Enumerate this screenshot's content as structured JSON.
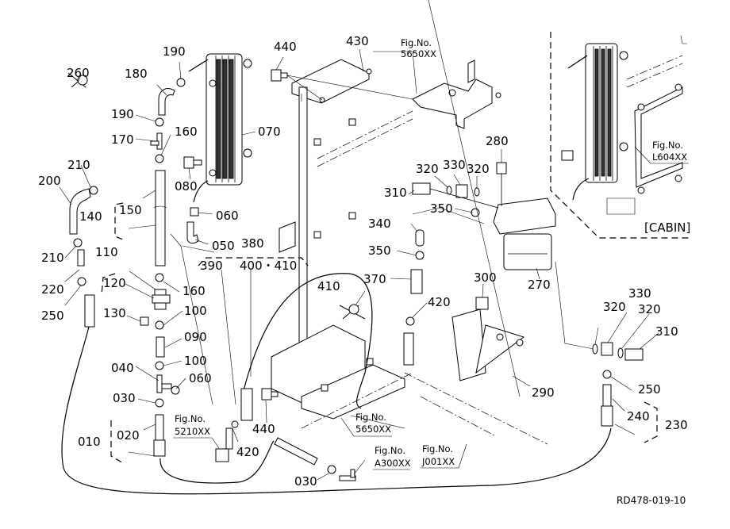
{
  "diagram": {
    "title": "Fuel filter / oil cooler parts diagram",
    "drawing_code": "RD478-019-10",
    "cabin_label": "[CABIN]",
    "part_labels": {
      "p010": "010",
      "p020": "020",
      "p030a": "030",
      "p030b": "030",
      "p040": "040",
      "p050": "050",
      "p060a": "060",
      "p060b": "060",
      "p070": "070",
      "p080": "080",
      "p090": "090",
      "p100a": "100",
      "p100b": "100",
      "p110": "110",
      "p120": "120",
      "p130": "130",
      "p140": "140",
      "p150": "150",
      "p160a": "160",
      "p160b": "160",
      "p170": "170",
      "p180": "180",
      "p190a": "190",
      "p190b": "190",
      "p200": "200",
      "p210a": "210",
      "p210b": "210",
      "p220": "220",
      "p230": "230",
      "p240": "240",
      "p250a": "250",
      "p250b": "250",
      "p260": "260",
      "p270": "270",
      "p280": "280",
      "p290": "290",
      "p300": "300",
      "p310a": "310",
      "p310b": "310",
      "p320a": "320",
      "p320b": "320",
      "p320c": "320",
      "p320d": "320",
      "p330a": "330",
      "p330b": "330",
      "p340": "340",
      "p350a": "350",
      "p350b": "350",
      "p370": "370",
      "p380": "380",
      "p390": "390",
      "p400_410": "400・410",
      "p410": "410",
      "p420a": "420",
      "p420b": "420",
      "p430": "430",
      "p440a": "440",
      "p440b": "440"
    },
    "figure_refs": [
      {
        "label": "Fig.No.",
        "number": "5650XX"
      },
      {
        "label": "Fig.No.",
        "number": "L604XX"
      },
      {
        "label": "Fig.No.",
        "number": "5210XX"
      },
      {
        "label": "Fig.No.",
        "number": "5650XX"
      },
      {
        "label": "Fig.No.",
        "number": "A300XX"
      },
      {
        "label": "Fig.No.",
        "number": "J001XX"
      }
    ]
  }
}
